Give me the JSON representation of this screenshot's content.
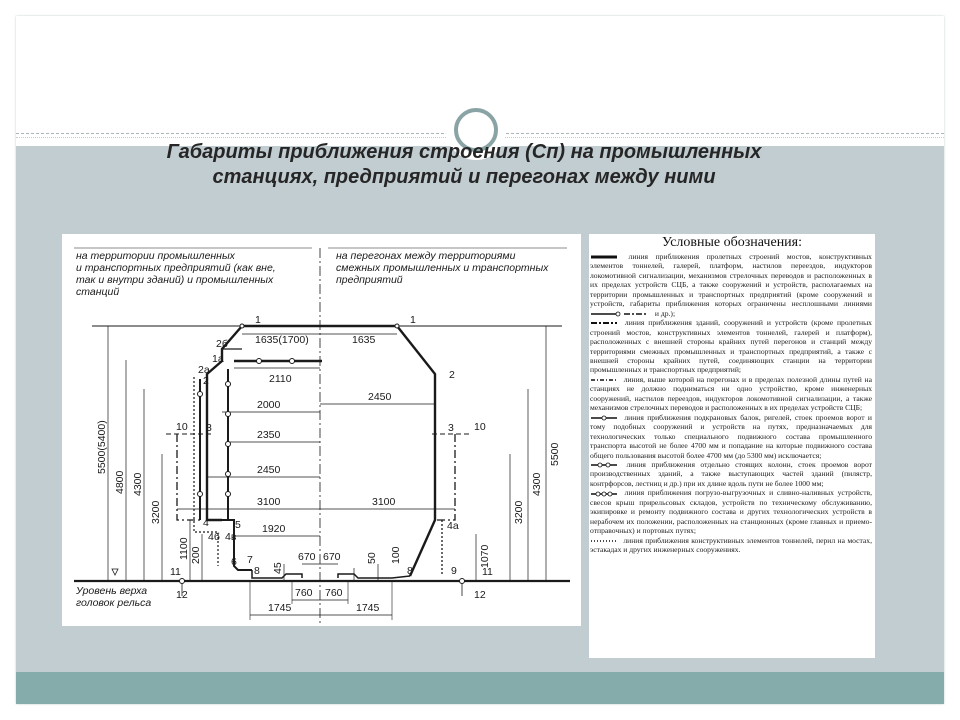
{
  "title_line1": "Габариты приближения строения (Сп) на промышленных",
  "title_line2": "станциях, предприятий и перегонах между ними",
  "diagram": {
    "left_note": [
      "на территории промышленных",
      "и транспортных предприятий (как вне,",
      "так и внутри зданий) и промышленных",
      "станций"
    ],
    "right_note": [
      "на перегонах между территориями",
      "смежных промышленных и транспортных",
      "предприятий"
    ],
    "rail_note": [
      "Уровень верха",
      "головок рельса"
    ],
    "widths": [
      "1635(1700)",
      "1635",
      "2110",
      "2450",
      "2000",
      "2350",
      "2450",
      "3100",
      "3100",
      "1920",
      "670",
      "670",
      "760",
      "760",
      "1745",
      "1745"
    ],
    "heights_left": [
      "5500(5400)",
      "4800",
      "4300",
      "3200",
      "1100",
      "200",
      "45"
    ],
    "heights_right": [
      "5500",
      "4300",
      "3200",
      "1070",
      "100",
      "50"
    ],
    "points_left": [
      "1",
      "2б",
      "1а",
      "2а",
      "2",
      "10",
      "3",
      "4",
      "4б",
      "5",
      "4в",
      "6",
      "7",
      "8",
      "11",
      "12"
    ],
    "points_right": [
      "1",
      "2",
      "3",
      "10",
      "4а",
      "8",
      "9",
      "11",
      "12"
    ]
  },
  "legend": {
    "title": "Условные обозначения:",
    "items": [
      {
        "text": "линия приближения пролетных строений мостов, конструктивных элементов тоннелей, галерей, платформ, настилов переездов, индукторов локомотивной сигнализации, механизмов стрелочных переводов и расположенных в их пределах устройств СЦБ, а также сооружений и устройств, располагаемых на территории промышленных и транспортных предприятий (кроме сооружений и устройств, габариты приближения которых ограничены несплошными линиями",
        "tail": "и др.);"
      },
      {
        "text": "линия приближения зданий, сооружений и устройств (кроме пролетных строений мостов, конструктивных элементов тоннелей, галерей и платформ), расположенных с внешней стороны крайних путей перегонов и станций между территориями смежных промышленных и транспортных предприятий, а также с внешней стороны крайних путей, соединяющих станции на территории промышленных и транспортных предприятий;"
      },
      {
        "text": "линия, выше которой на перегонах и в пределах полезной длины путей на станциях не должно подниматься ни одно устройство, кроме инженерных сооружений, настилов переездов, индукторов локомотивной сигнализации, а также механизмов стрелочных переводов и расположенных в их пределах устройств СЦБ;"
      },
      {
        "text": "линия приближения подкрановых балок, ригелей, стоек проемов ворот и тому подобных сооружений и устройств на путях, предназначаемых для технологических только специального подвижного состава промышленного транспорта высотой не более 4700 мм и попадание на которые подвижного состава общего пользования высотой более 4700 мм (до 5300 мм) исключается;"
      },
      {
        "text": "линия приближения отдельно стоящих колонн, стоек проемов ворот производственных зданий, а также выступающих частей зданий (пилястр, контрфорсов, лестниц и др.) при их длине вдоль пути не более 1000 мм;"
      },
      {
        "text": "линия приближения погрузо-выгрузочных и сливно-наливных устройств, свесов крыш прирельсовых складов, устройств по техническому обслуживанию, экипировке и ремонту подвижного состава и других технологических устройств в нерабочем их положении, расположенных на станционных (кроме главных и приемо-отправочных) и портовых путях;"
      },
      {
        "text": "линия приближения конструктивных элементов тоннелей, перил на мостах, эстакадах и других инженерных сооружениях."
      }
    ]
  },
  "colors": {
    "main_band": "#c2cdd2",
    "bottom_band": "#86abab",
    "ring": "#8aa3a5"
  }
}
